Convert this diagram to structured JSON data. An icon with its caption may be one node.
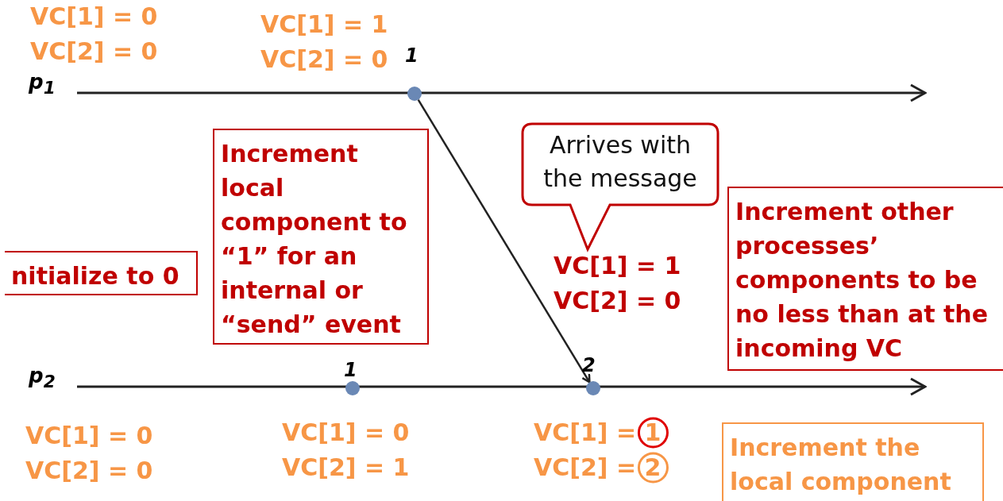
{
  "diagram": {
    "nodes": [
      {
        "text": [],
        "shape": "circle",
        "beside": [
          "1"
        ]
      },
      {
        "text": [],
        "shape": "circle",
        "beside": [
          "1"
        ]
      },
      {
        "text": [],
        "shape": "circle",
        "beside": [
          "2"
        ]
      },
      {
        "text": [
          "Increment local component to “1” for an internal or “send” event"
        ]
      },
      {
        "text": [
          "Arrives with the message"
        ]
      },
      {
        "text": [
          "nitialize to 0"
        ]
      },
      {
        "text": [
          "Increment other processes’ components to be no less than at the incoming VC"
        ]
      },
      {
        "text": [
          "Increment the local component"
        ]
      }
    ],
    "edges": [
      {
        "from": 0,
        "to": 2,
        "arrow": "to"
      }
    ],
    "labels": [
      "VC[1] = 0",
      "VC[2] = 0",
      "VC[1] = 1",
      "VC[2] = 0",
      "p$_{1}$",
      "VC[1] = 1",
      "VC[2] = 0",
      "p$_{2}$",
      "VC[1] = 0",
      "VC[2] = 0",
      "VC[1] = 0",
      "VC[2] = 1",
      "VC[1] = 1",
      "VC[2] = 2"
    ]
  }
}
